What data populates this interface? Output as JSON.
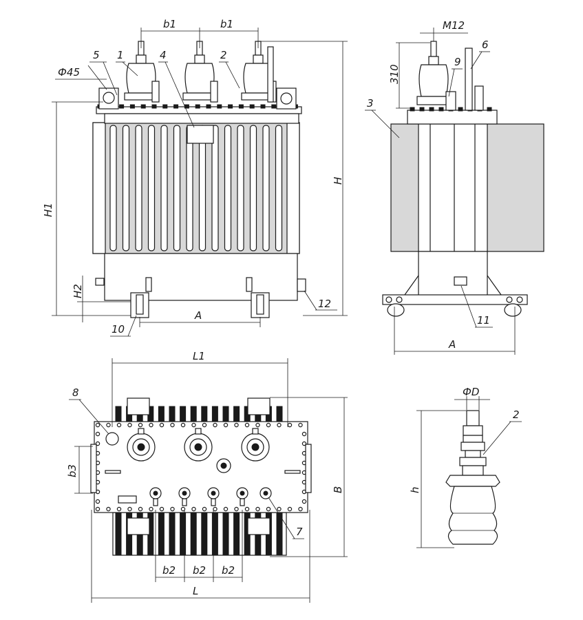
{
  "dimensions": {
    "b1_left": "b1",
    "b1_right": "b1",
    "H": "H",
    "H1": "H1",
    "H2": "H2",
    "A_front": "A",
    "A_side": "A",
    "diam45": "Ф45",
    "M12": "M12",
    "d310": "310",
    "L1": "L1",
    "L": "L",
    "B": "B",
    "b3": "b3",
    "b2_1": "b2",
    "b2_2": "b2",
    "b2_3": "b2",
    "phiD": "ФD",
    "h": "h"
  },
  "callouts": {
    "c1": "1",
    "c2": "2",
    "c3": "3",
    "c4": "4",
    "c5": "5",
    "c6": "6",
    "c7": "7",
    "c8": "8",
    "c9": "9",
    "c10": "10",
    "c11": "11",
    "c12": "12",
    "c2_detail": "2"
  }
}
